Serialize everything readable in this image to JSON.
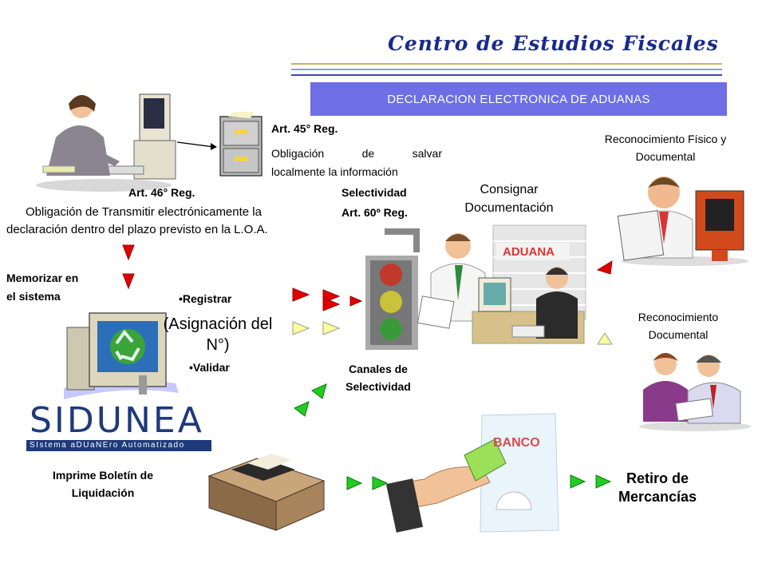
{
  "header": {
    "brand": "Centro de Estudios Fiscales",
    "banner": "DECLARACION ELECTRONICA DE ADUANAS"
  },
  "art45": {
    "title": "Art. 45° Reg.",
    "text_line1": "Obligación de salvar",
    "text_line2": "localmente la información"
  },
  "art46": {
    "title": "Art. 46° Reg.",
    "text_line1": "Obligación de Transmitir electrónicamente la",
    "text_line2": "declaración dentro del plazo previsto en la L.O.A."
  },
  "selectividad": {
    "line1": "Selectividad",
    "line2": "Art. 60º Reg."
  },
  "consignar": {
    "line1": "Consignar",
    "line2": "Documentación"
  },
  "reconocimiento_fisico": {
    "line1": "Reconocimiento Físico y",
    "line2": "Documental"
  },
  "reconocimiento_doc": {
    "line1": "Reconocimiento",
    "line2": "Documental"
  },
  "memorizar": {
    "line1": "Memorizar en",
    "line2": "el sistema"
  },
  "registrar": "•Registrar",
  "asignacion": {
    "line1": "(Asignación del",
    "line2": "N°)"
  },
  "validar": "•Validar",
  "canales": {
    "line1": "Canales de",
    "line2": "Selectividad"
  },
  "aduana": "ADUANA",
  "sidunea": {
    "title": "SIDUNEA",
    "subtitle": "SIstema aDUaNEro Automatizado"
  },
  "imprime": {
    "line1": "Imprime Boletín de",
    "line2": "Liquidación"
  },
  "banco": "BANCO",
  "retiro": {
    "line1": "Retiro de",
    "line2": "Mercancías"
  },
  "colors": {
    "red": "#e00000",
    "yellow": "#ffff99",
    "green": "#22cc22",
    "banner": "#6e6ee6",
    "brand": "#1a2a8c"
  }
}
